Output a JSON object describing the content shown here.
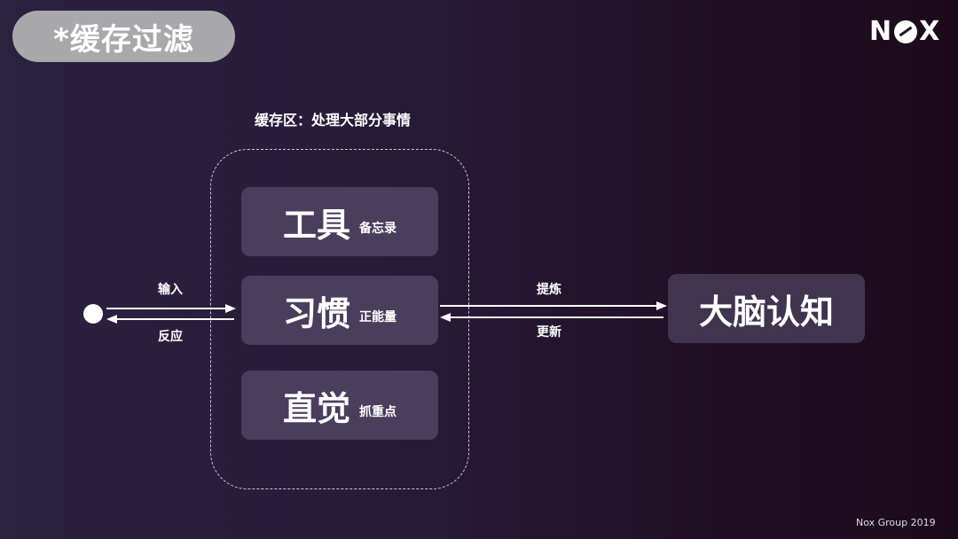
{
  "title": "*缓存过滤",
  "logo": {
    "text": "NOX",
    "left": "N",
    "right": "X"
  },
  "subtitle": "缓存区：处理大部分事情",
  "cache_items": [
    {
      "main": "工具",
      "note": "备忘录"
    },
    {
      "main": "习惯",
      "note": "正能量"
    },
    {
      "main": "直觉",
      "note": "抓重点"
    }
  ],
  "left_arrows": {
    "in": "输入",
    "out": "反应"
  },
  "right_arrows": {
    "in": "提炼",
    "out": "更新"
  },
  "brain": "大脑认知",
  "footer": "Nox Group 2019"
}
